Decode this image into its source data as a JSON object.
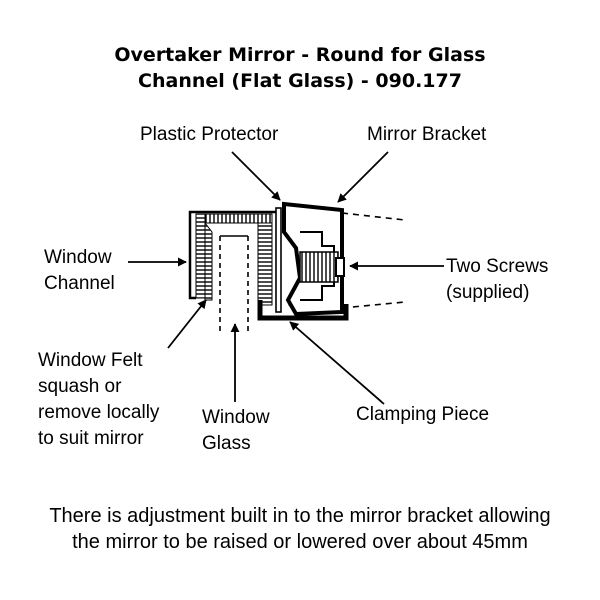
{
  "title": {
    "line1": "Overtaker Mirror - Round for Glass",
    "line2": "Channel (Flat Glass) - 090.177"
  },
  "labels": {
    "plastic_protector": "Plastic Protector",
    "mirror_bracket": "Mirror Bracket",
    "window_channel_1": "Window",
    "window_channel_2": "Channel",
    "two_screws_1": "Two Screws",
    "two_screws_2": "(supplied)",
    "window_felt_1": "Window Felt",
    "window_felt_2": "squash or",
    "window_felt_3": "remove locally",
    "window_felt_4": "to suit mirror",
    "window_glass_1": "Window",
    "window_glass_2": "Glass",
    "clamping_piece": "Clamping Piece"
  },
  "caption": {
    "line1": "There is adjustment built in to the mirror bracket allowing",
    "line2": "the mirror to be raised or lowered over about 45mm"
  }
}
